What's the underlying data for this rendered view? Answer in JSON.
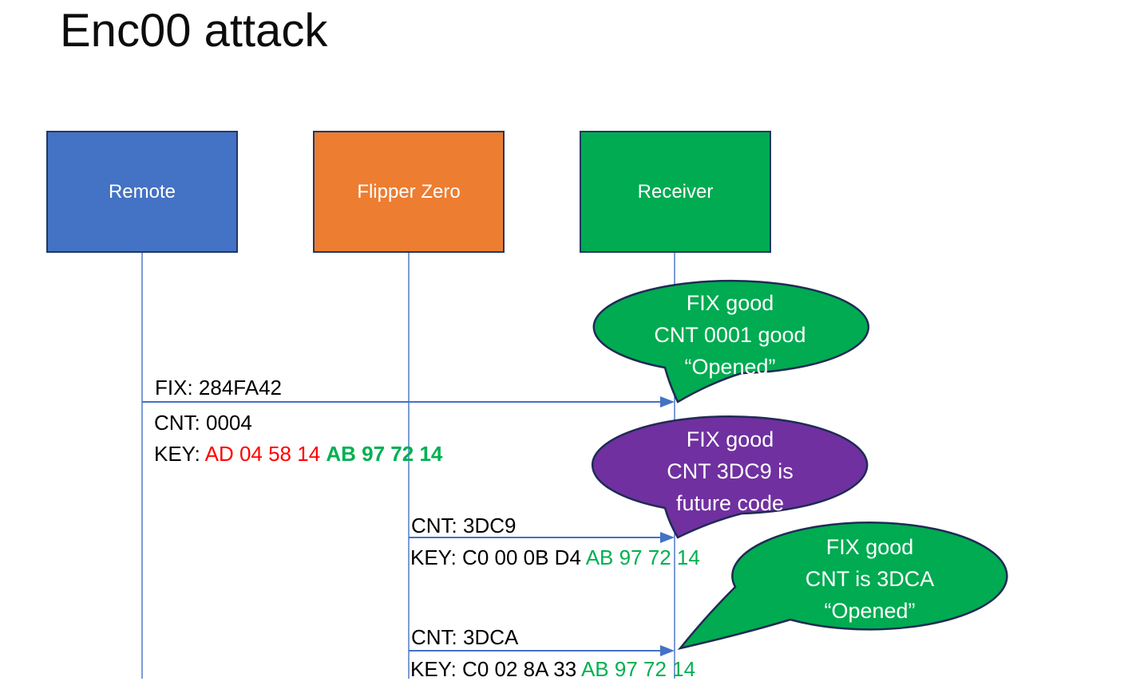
{
  "title": "Enc00 attack",
  "colors": {
    "blue": "#4472C4",
    "orange": "#ED7D31",
    "green": "#00AB51",
    "purple": "#7030A0",
    "box_border": "#203864",
    "bubble_border": "#1F2B54",
    "line_blue": "#4472C4",
    "red": "#FF0000",
    "key_green": "#00B050"
  },
  "actors": [
    {
      "label": "Remote"
    },
    {
      "label": "Flipper Zero"
    },
    {
      "label": "Receiver"
    }
  ],
  "messages": [
    {
      "above": "FIX: 284FA42",
      "below_line1": "CNT: 0004",
      "key_prefix": "KEY: ",
      "key_red": "AD 04 58 14 ",
      "key_green": "AB 97 72 14"
    },
    {
      "above": "CNT: 3DC9",
      "key_prefix": "KEY: ",
      "key_black": "C0 00 0B D4 ",
      "key_green": "AB 97 72 14"
    },
    {
      "above": "CNT: 3DCA",
      "key_prefix": "KEY: ",
      "key_black": "C0 02 8A 33 ",
      "key_green": "AB 97 72 14"
    }
  ],
  "bubbles": [
    {
      "line1": "FIX good",
      "line2": "CNT 0001 good",
      "line3": "“Opened”"
    },
    {
      "line1": "FIX good",
      "line2": "CNT 3DC9 is",
      "line3": "future code"
    },
    {
      "line1": "FIX good",
      "line2": "CNT is 3DCA",
      "line3": "“Opened”"
    }
  ]
}
